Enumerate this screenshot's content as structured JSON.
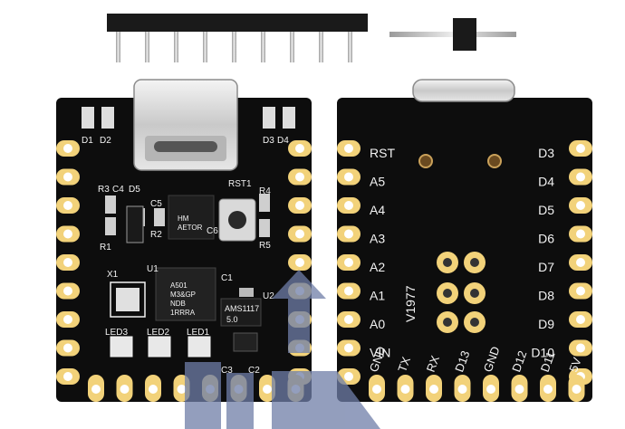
{
  "front_board": {
    "component_labels": [
      "D1",
      "D2",
      "D3",
      "D4",
      "R3",
      "C4",
      "D5",
      "C5",
      "RST1",
      "R4",
      "R2",
      "C6",
      "R1",
      "R5",
      "U1",
      "X1",
      "C1",
      "U2",
      "LED3",
      "LED2",
      "LED1",
      "C3",
      "C2"
    ],
    "mcu_marking": [
      "A501",
      "M3&GP",
      "NDB",
      "1RRRA"
    ],
    "regulator_marking": [
      "AMS1117",
      "5.0"
    ],
    "small_chip_marking": [
      "HM",
      "AETOR"
    ]
  },
  "back_board": {
    "left_pins": [
      "RST",
      "A5",
      "A4",
      "A3",
      "A2",
      "A1",
      "A0",
      "VIN"
    ],
    "right_pins": [
      "D3",
      "D4",
      "D5",
      "D6",
      "D7",
      "D8",
      "D9",
      "D10"
    ],
    "bottom_pins": [
      "GND",
      "TX",
      "RX",
      "D13",
      "GND",
      "D12",
      "D11",
      "5V"
    ],
    "version": "V1977"
  },
  "colors": {
    "pcb": "#0d0d0d",
    "pad_gold": "#f2d27a",
    "silkscreen": "#f2f2f2",
    "connector_metal": "#cfcfcf",
    "watermark": "#6f7ea8"
  }
}
